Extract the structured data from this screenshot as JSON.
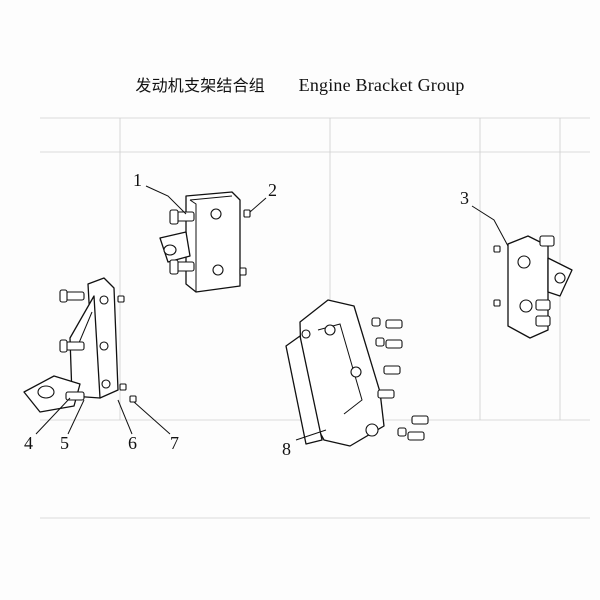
{
  "title": {
    "chinese": "发动机支架结合组",
    "english": "Engine Bracket Group"
  },
  "callouts": [
    "1",
    "2",
    "3",
    "4",
    "5",
    "6",
    "7",
    "8"
  ]
}
